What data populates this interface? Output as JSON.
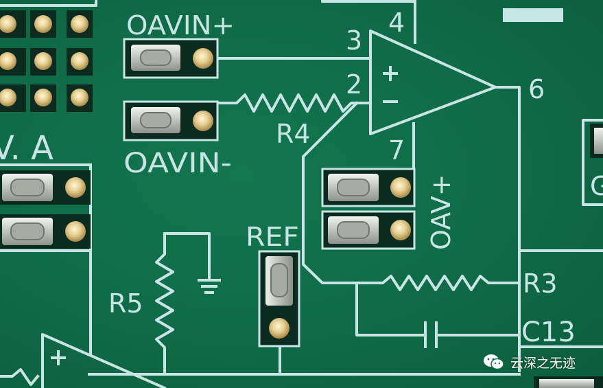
{
  "labels": {
    "oavin_plus": "OAVIN+",
    "oavin_minus": "OAVIN-",
    "r4": "R4",
    "r5": "R5",
    "r3": "R3",
    "c13": "C13",
    "ref": "REF",
    "oav_plus": "OAV+",
    "pin_2": "2",
    "pin_3": "3",
    "pin_4": "4",
    "pin_6": "6",
    "pin_7": "7",
    "v_a": "V. A",
    "g_partial": "G",
    "plus_sign": "+",
    "minus_sign": "−"
  },
  "watermark": {
    "text": "云深之无迹",
    "icon": "wechat-icon"
  },
  "colors": {
    "board": "#106b49",
    "silkscreen": "#c9e4e4",
    "gold_pad": "#e2c98a",
    "jumper_body": "#d9dcd6",
    "pad_frame": "#0b2a20"
  }
}
